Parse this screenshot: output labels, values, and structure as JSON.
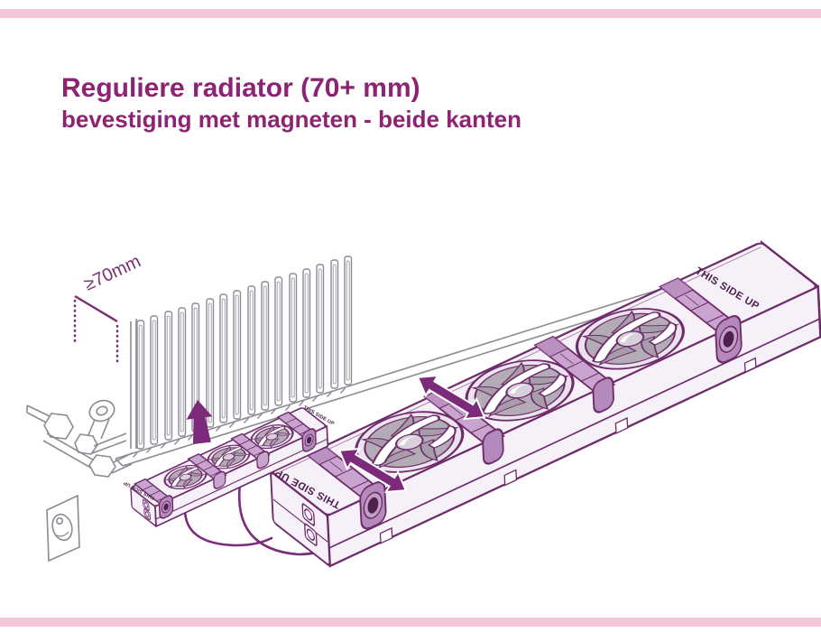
{
  "header": {
    "title": "Reguliere radiator (70+ mm)",
    "subtitle": "bevestiging met magneten - beide kanten"
  },
  "diagram": {
    "dimension_label": "≥70mm",
    "this_side_up": "THIS SIDE UP"
  },
  "colors": {
    "heading": "#8d2473",
    "outline_purple": "#6e2b6a",
    "accent_purple": "#7b2b79",
    "magnet_light": "#c9a4ce",
    "magnet_mid": "#b489bb",
    "grommet": "#4f204e",
    "body_fill": "#f6f1f8",
    "fan_gray": "#b3abb5",
    "line_gray": "#8d8a94",
    "pink_bar": "#f5c5da",
    "dimension": "#7a2f73"
  }
}
